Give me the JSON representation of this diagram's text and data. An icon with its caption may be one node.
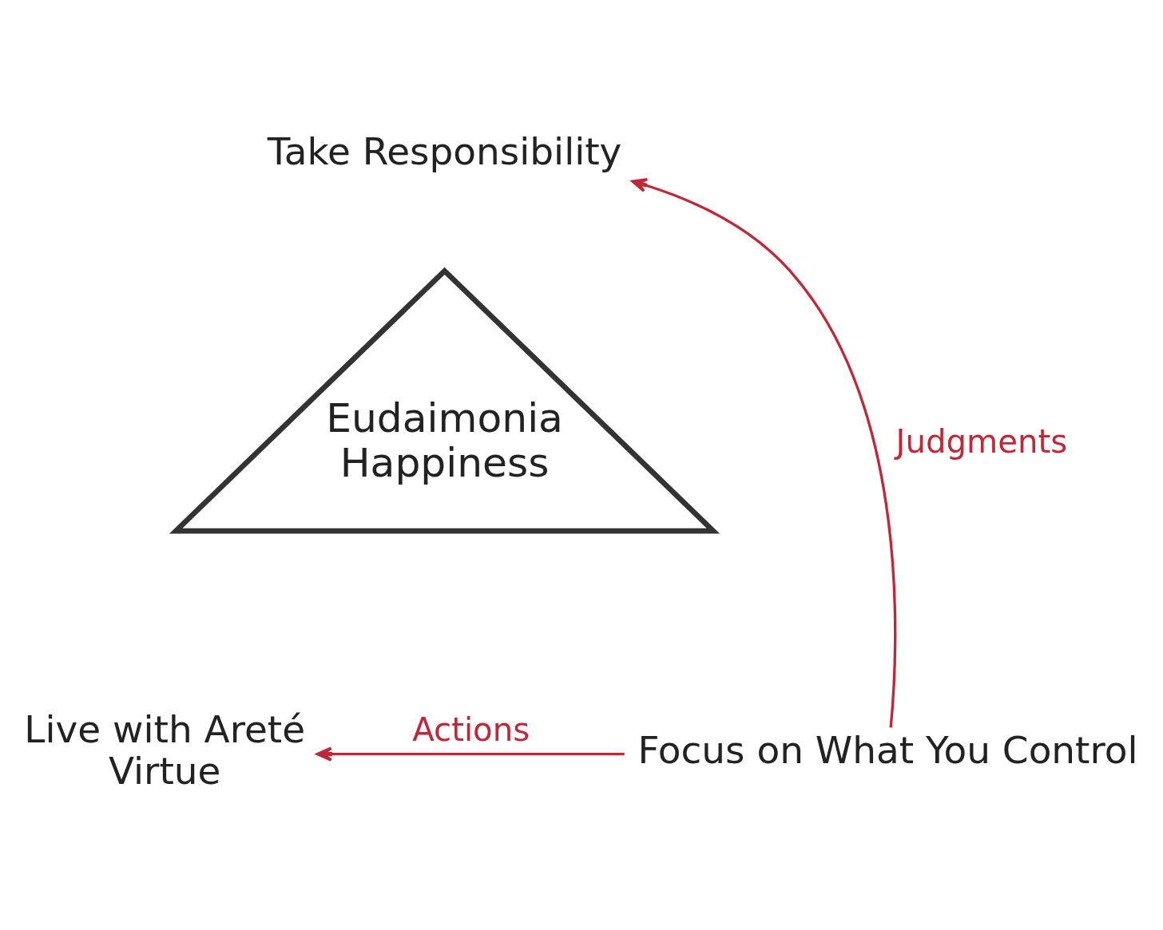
{
  "diagram": {
    "nodes": [
      {
        "text": [
          "Take Responsibility"
        ]
      },
      {
        "text": [
          "Eudaimonia",
          "Happiness"
        ]
      },
      {
        "text": [
          "Live with Areté",
          "Virtue"
        ]
      },
      {
        "text": [
          "Focus on What You Control"
        ]
      }
    ],
    "edges": [
      {
        "from": 3,
        "to": 2,
        "arrow": "to",
        "label": "Actions"
      },
      {
        "from": 3,
        "to": 0,
        "arrow": "to",
        "label": "Judgments"
      }
    ]
  }
}
